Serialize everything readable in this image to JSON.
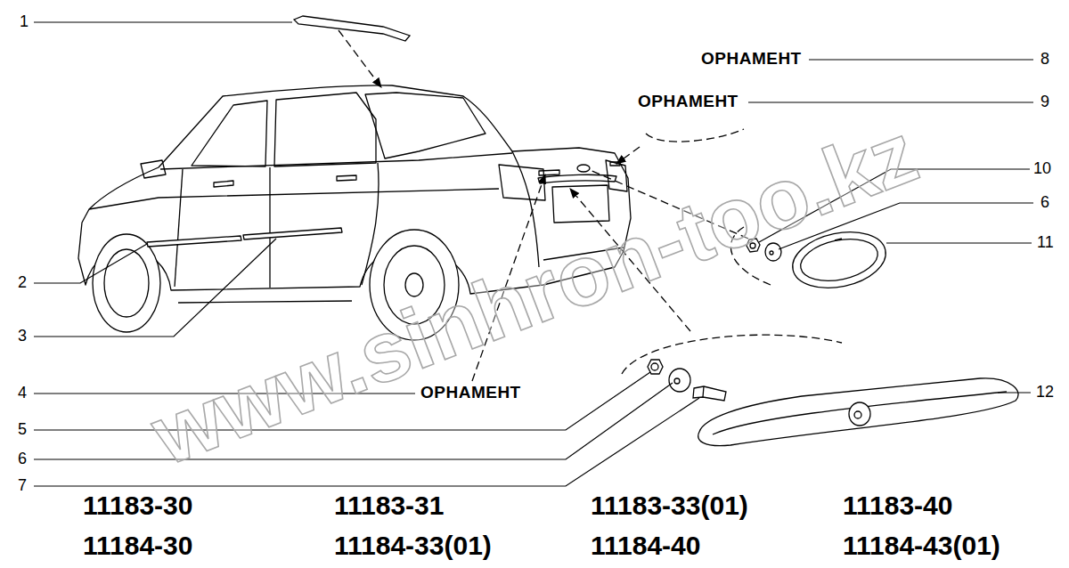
{
  "diagram": {
    "labels": [
      "1",
      "ОРНАМЕНТ",
      "8",
      "ОРНАМЕНТ",
      "9",
      "10",
      "6",
      "11",
      "2",
      "3",
      "4",
      "ОРНАМЕНТ",
      "5",
      "6",
      "7",
      "12",
      "11183-30",
      "11183-31",
      "11183-33(01)",
      "11183-40",
      "11184-30",
      "11184-33(01)",
      "11184-40",
      "11184-43(01)",
      "www.sinhron-too.kz"
    ]
  }
}
